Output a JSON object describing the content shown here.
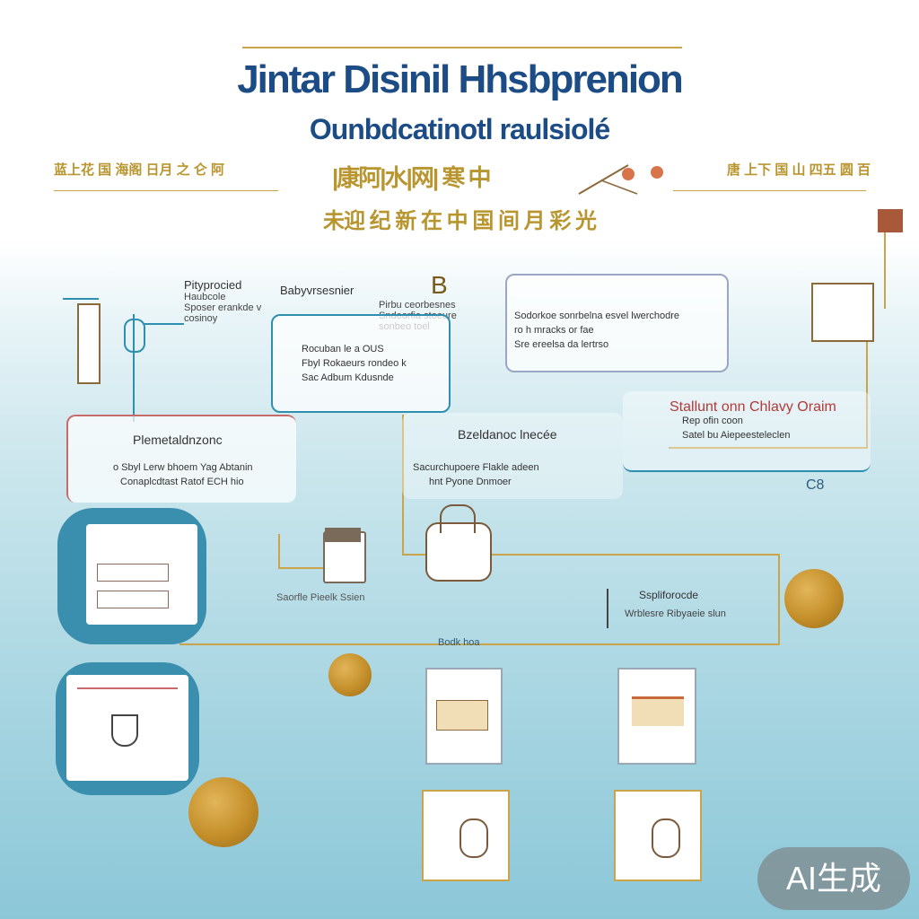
{
  "title": "Jintar Disinil Hhsbprenion",
  "subtitle": "Ounbdcatinotl raulsiolé",
  "banner": {
    "left": "蓝上花 国 海阁 日月 之 仑 阿",
    "center": "|康阿|水|网| 寒 中",
    "right": "唐 上下 国 山 四五 圆 百",
    "line2": "未迎 纪 新 在 中 国 间 月 彩 光"
  },
  "nodes": {
    "n1": {
      "title": "Pityprocied",
      "lines": [
        "Haubcole",
        "Sposer erankde v",
        "cosinoy"
      ]
    },
    "n2": {
      "title": "Babyvrsesnier",
      "lines": [
        "Pirbu ceorbesnes",
        "Sndeorfia stoeure",
        "sonbeo toel"
      ]
    },
    "n3": {
      "title": "B",
      "lines": [
        "Rocuban le a OUS",
        "Fbyl Rokaeurs rondeo k",
        "Sac Adbum Kdusnde"
      ]
    },
    "n4": {
      "title": "",
      "lines": [
        "Sodorkoe sonrbelna esvel lwerchodre",
        "ro h mracks or fae",
        "Sre ereelsa da lertrso"
      ]
    },
    "n5": {
      "title": "Stallunt onn Chlavy Oraim",
      "lines": [
        "Rep ofin coon",
        "Satel bu Aiepeesteleclen"
      ]
    },
    "n6": {
      "title": "Plemetaldnzonc",
      "lines": [
        "o Sbyl Lerw bhoem Yag Abtanin",
        "Conaplcdtast Ratof ECH hio"
      ]
    },
    "n7": {
      "title": "Bzeldanoc lnecée",
      "lines": [
        "Sacurchupoere Flakle adeen",
        "hnt Pyone Dnmoer"
      ]
    },
    "n8": {
      "title": "",
      "lines": [
        "C8"
      ]
    },
    "n9": {
      "title": "Sspliforocde",
      "lines": [
        "Wrblesre Ribyaeie slun"
      ]
    }
  },
  "labels": {
    "under_bag": "Saorfle Pieelk Ssien",
    "bottom_mid": "Bodk hoa"
  },
  "badge": "AI生成",
  "colors": {
    "title": "#1c4c86",
    "gold": "#c9a44a",
    "teal": "#3b8fae",
    "accent_red": "#b23a3a"
  }
}
